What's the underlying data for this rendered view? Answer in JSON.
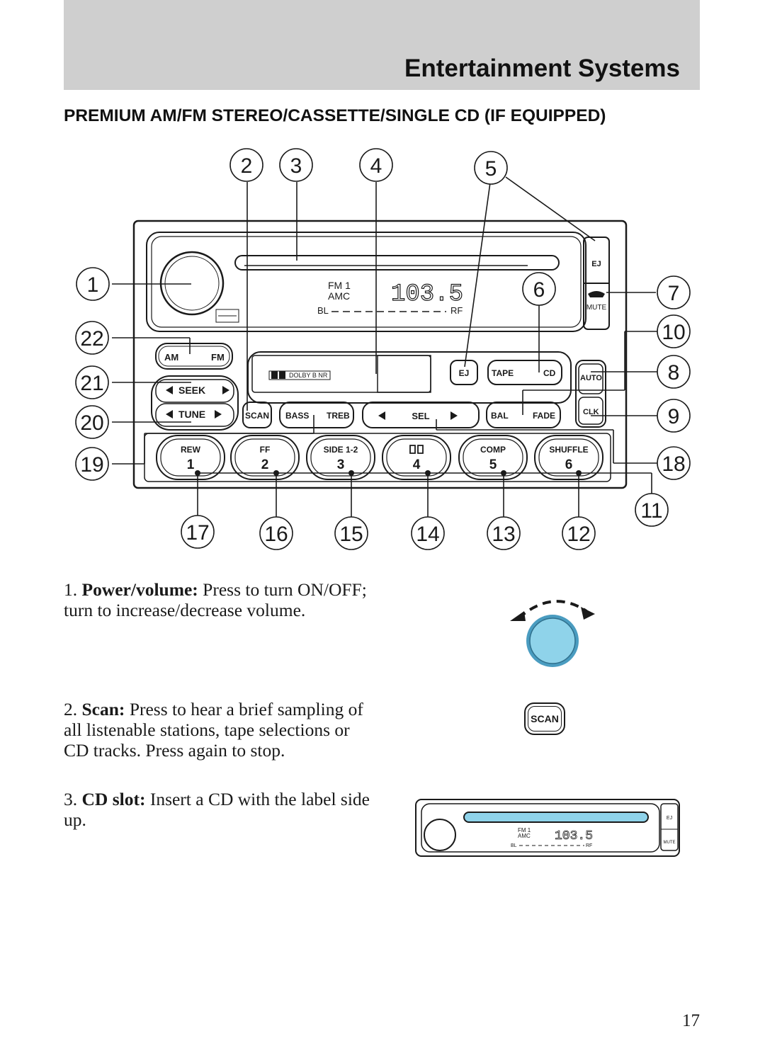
{
  "header": {
    "title": "Entertainment Systems"
  },
  "section": {
    "title": "PREMIUM AM/FM STEREO/CASSETTE/SINGLE CD (IF EQUIPPED)"
  },
  "radio": {
    "display": {
      "band": "FM 1",
      "amc": "AMC",
      "frequency": "103.5",
      "bl": "BL",
      "rf": "RF"
    },
    "cassette_label": "DOLBY B NR",
    "buttons": {
      "ej": "EJ",
      "mute": "MUTE",
      "am": "AM",
      "fm": "FM",
      "seek": "SEEK",
      "tune": "TUNE",
      "scan": "SCAN",
      "bass": "BASS",
      "treb": "TREB",
      "sel": "SEL",
      "bal": "BAL",
      "fade": "FADE",
      "tape": "TAPE",
      "cd": "CD",
      "auto": "AUTO",
      "clk": "CLK"
    },
    "presets": [
      {
        "label": "REW",
        "num": "1"
      },
      {
        "label": "FF",
        "num": "2"
      },
      {
        "label": "SIDE 1-2",
        "num": "3"
      },
      {
        "label": "",
        "num": "4"
      },
      {
        "label": "COMP",
        "num": "5"
      },
      {
        "label": "SHUFFLE",
        "num": "6"
      }
    ],
    "callouts": [
      "1",
      "2",
      "3",
      "4",
      "5",
      "6",
      "7",
      "8",
      "9",
      "10",
      "11",
      "12",
      "13",
      "14",
      "15",
      "16",
      "17",
      "18",
      "19",
      "20",
      "21",
      "22"
    ]
  },
  "items": [
    {
      "number": "1.",
      "term": "Power/volume:",
      "text": " Press to turn ON/OFF; turn to increase/decrease volume."
    },
    {
      "number": "2.",
      "term": "Scan:",
      "text": " Press to hear a brief sampling of all listenable stations, tape selections or CD tracks. Press again to stop."
    },
    {
      "number": "3.",
      "term": "CD slot:",
      "text": " Insert a CD with the label side up."
    }
  ],
  "scan_icon_label": "SCAN",
  "page_number": "17",
  "colors": {
    "header_band": "#cfcfcf",
    "highlight_blue": "#8fd3ea",
    "highlight_blue_dark": "#4a9cc0"
  }
}
